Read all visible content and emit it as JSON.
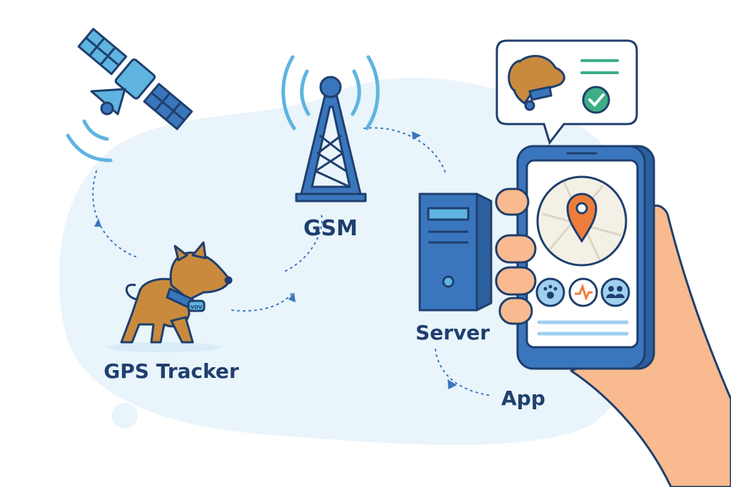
{
  "labels": {
    "gps_tracker": "GPS Tracker",
    "gsm": "GSM",
    "server": "Server",
    "app": "App"
  },
  "collar_tag": "VOV",
  "colors": {
    "outline": "#1f3f6e",
    "primary_blue": "#3a76bd",
    "light_blue": "#5fb4e0",
    "background_blob": "#e9f4fb",
    "dog": "#c98a3e",
    "skin": "#f8ba8e",
    "pin": "#ee7d3b",
    "check": "#3fae86"
  },
  "icons": [
    "satellite-icon",
    "cell-tower-icon",
    "dog-icon",
    "server-icon",
    "smartphone-icon",
    "map-pin-icon",
    "paw-icon",
    "activity-icon",
    "users-icon",
    "check-icon"
  ]
}
